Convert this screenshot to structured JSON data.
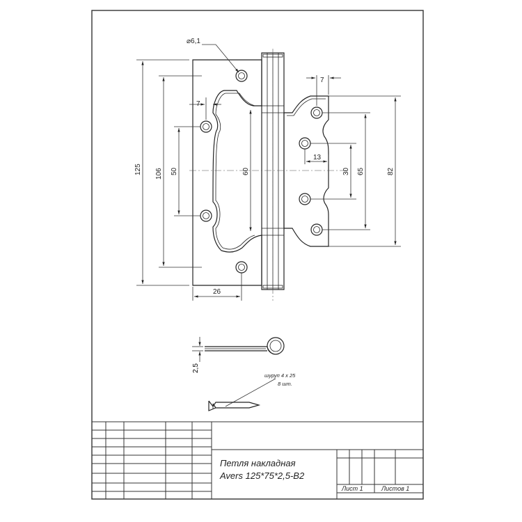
{
  "dimensions": {
    "hole_diameter": "⌀6,1",
    "overall_height": "125",
    "outer_hole_spacing": "106",
    "inner_hole_spacing": "50",
    "edge_offset_left": "7",
    "edge_offset_right": "7",
    "cutout_height": "60",
    "leaf_width": "26",
    "right_offset": "13",
    "right_inner_spacing": "30",
    "right_mid_spacing": "65",
    "right_overall_height": "82",
    "thickness": "2,5"
  },
  "screw_note": {
    "line1": "шуруп 4 х 25",
    "line2": "8 шт."
  },
  "title_block": {
    "title_line1": "Петля накладная",
    "title_line2": "Avers 125*75*2,5-B2",
    "sheet_label": "Лист 1",
    "sheets_label": "Листов 1"
  }
}
